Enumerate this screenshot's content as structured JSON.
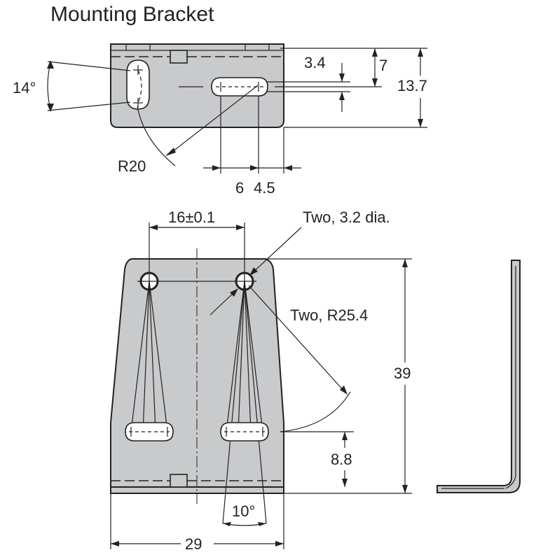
{
  "title": "Mounting Bracket",
  "top_view": {
    "angle_label": "14°",
    "radius_label": "R20",
    "dim_slot_offset": "3.4",
    "dim_center_height": "7",
    "dim_total_height": "13.7",
    "dim_slot_width": "6",
    "dim_edge_offset": "4.5"
  },
  "front_view": {
    "hole_spacing": "16±0.1",
    "holes_note": "Two, 3.2 dia.",
    "radius_note": "Two, R25.4",
    "height": "39",
    "slot_height": "8.8",
    "angle": "10°",
    "width": "29"
  }
}
